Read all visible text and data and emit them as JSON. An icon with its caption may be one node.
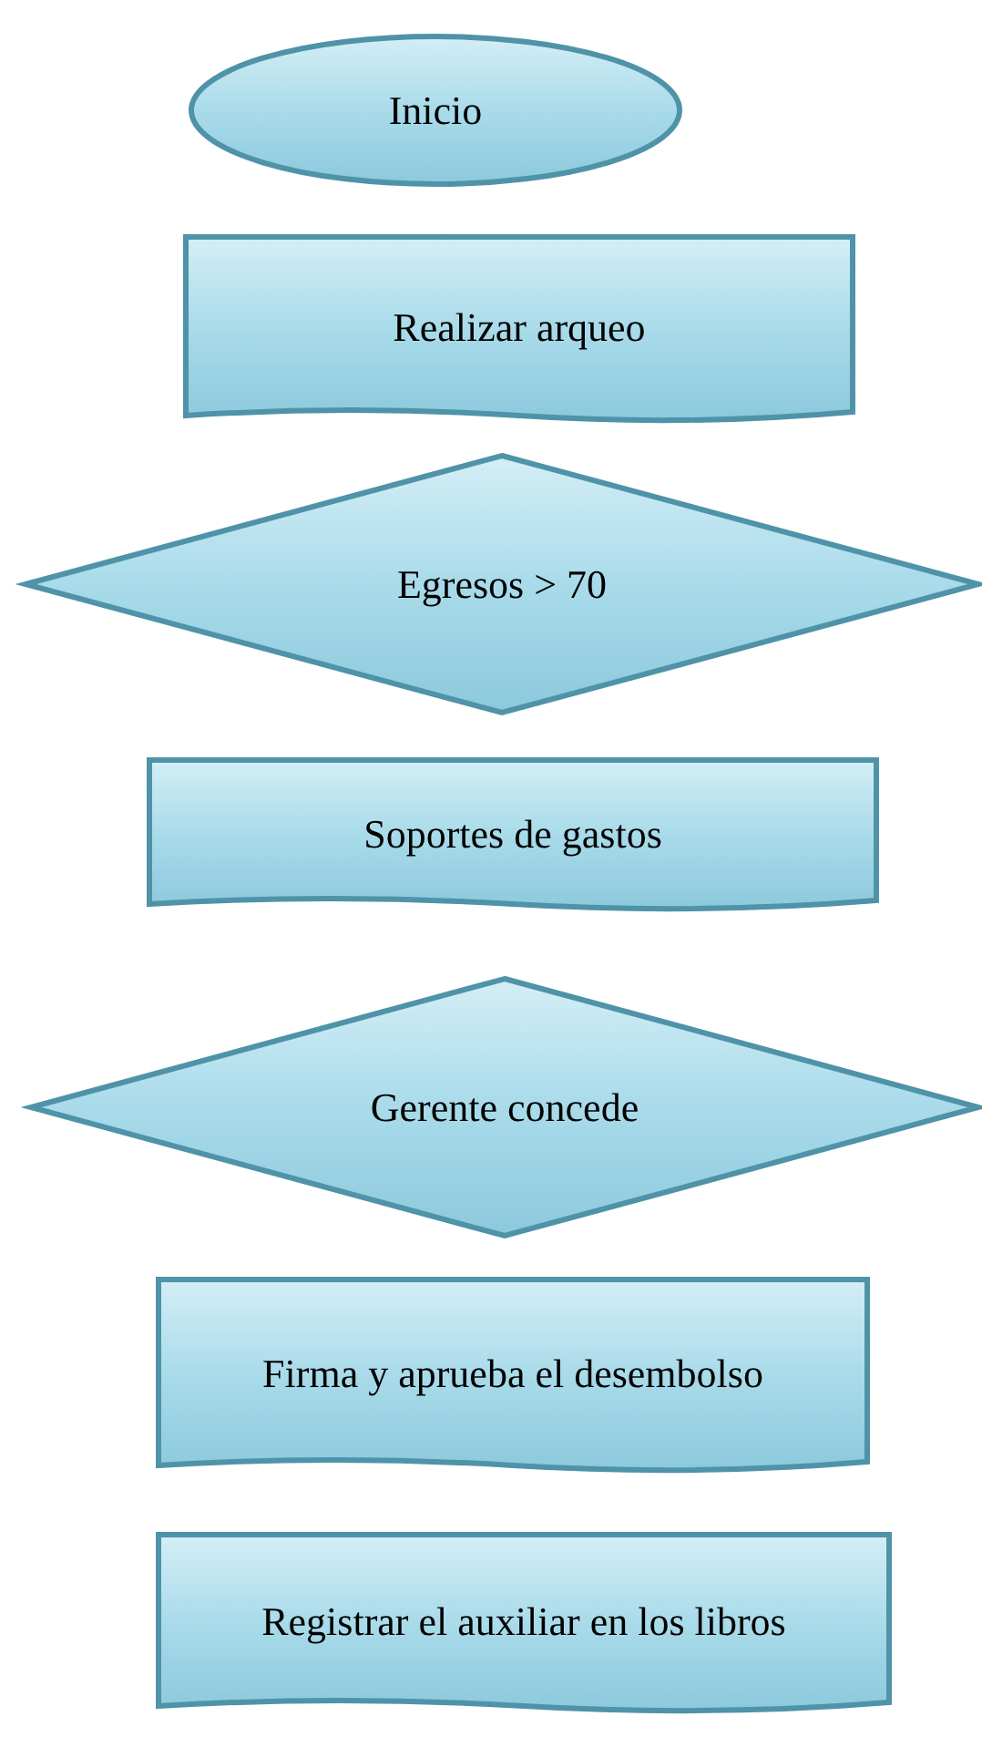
{
  "diagram": {
    "nodes": [
      {
        "text": [
          "Inicio"
        ]
      },
      {
        "text": [
          "Realizar arqueo"
        ]
      },
      {
        "text": [
          "Egresos > 70"
        ]
      },
      {
        "text": [
          "Soportes de gastos"
        ]
      },
      {
        "text": [
          "Gerente concede"
        ]
      },
      {
        "text": [
          "Firma y aprueba el desembolso"
        ]
      },
      {
        "text": [
          "Registrar el auxiliar en los libros"
        ]
      }
    ]
  }
}
